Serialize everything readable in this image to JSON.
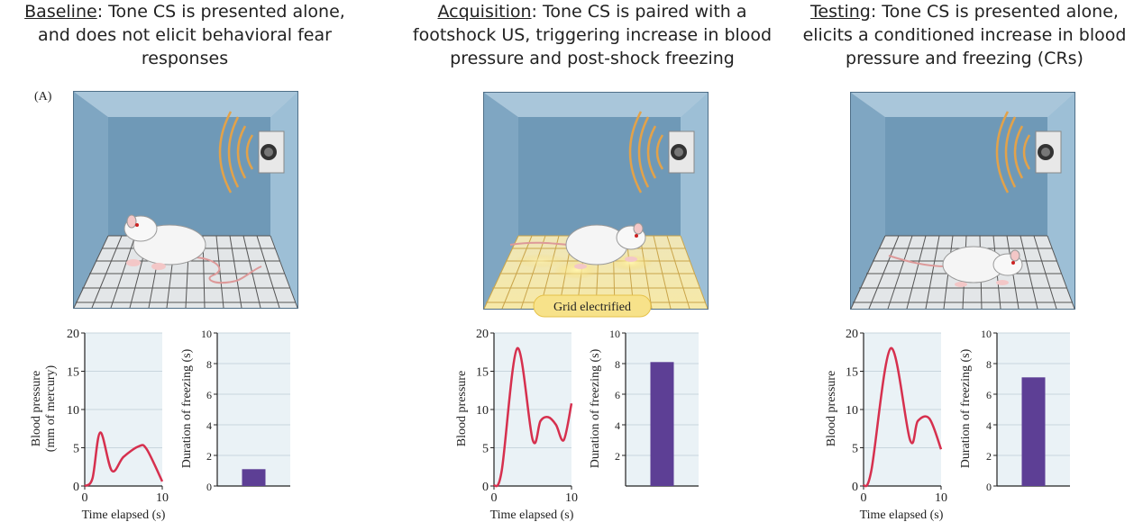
{
  "panel_label": "(A)",
  "phases": [
    {
      "lead": "Baseline",
      "rest": ": Tone CS is presented alone, and does not elicit behavioral fear responses",
      "bp_label": [
        "Blood pressure",
        "(mm of mercury)"
      ],
      "freeze_label": "Duration of freezing (s)",
      "x_label": "Time elapsed (s)",
      "freezing": 1.1
    },
    {
      "lead": "Acquisition",
      "rest": ": Tone CS is paired with a footshock US, triggering increase in blood pressure and post-shock freezing",
      "bp_label": [
        "Blood pressure"
      ],
      "freeze_label": "Duration of freezing (s)",
      "x_label": "Time elapsed (s)",
      "grid_label": "Grid electrified",
      "freezing": 8.1
    },
    {
      "lead": "Testing",
      "rest": ": Tone CS is presented alone, elicits a conditioned increase in blood pressure and freezing (CRs)",
      "bp_label": [
        "Blood pressure"
      ],
      "freeze_label": "Duration of freezing (s)",
      "x_label": "Time elapsed (s)",
      "freezing": 7.1
    }
  ],
  "chart_data": [
    {
      "type": "line",
      "xlabel": "Time elapsed (s)",
      "ylabel": "Blood pressure (mm of mercury)",
      "xlim": [
        0,
        10
      ],
      "ylim": [
        0,
        20
      ],
      "xticks": [
        0,
        10
      ],
      "yticks": [
        0,
        5,
        10,
        15,
        20
      ],
      "x": [
        0,
        1,
        2,
        3.5,
        5,
        7,
        8,
        10
      ],
      "y": [
        0,
        1,
        7,
        2,
        3.8,
        5.2,
        4.8,
        0.6
      ]
    },
    {
      "type": "bar",
      "ylabel": "Duration of freezing (s)",
      "ylim": [
        0,
        10
      ],
      "yticks": [
        0,
        2,
        4,
        6,
        8,
        10
      ],
      "values": [
        1.1
      ]
    },
    {
      "type": "line",
      "xlabel": "Time elapsed (s)",
      "ylabel": "Blood pressure",
      "xlim": [
        0,
        10
      ],
      "ylim": [
        0,
        20
      ],
      "xticks": [
        0,
        10
      ],
      "yticks": [
        0,
        5,
        10,
        15,
        20
      ],
      "x": [
        0,
        1,
        3,
        5,
        6,
        7,
        8,
        9,
        10
      ],
      "y": [
        0,
        2,
        18,
        6,
        8.5,
        9,
        8,
        6,
        10.8
      ]
    },
    {
      "type": "bar",
      "ylabel": "Duration of freezing (s)",
      "ylim": [
        0,
        10
      ],
      "yticks": [
        2,
        4,
        6,
        8,
        10
      ],
      "values": [
        8.1
      ]
    },
    {
      "type": "line",
      "xlabel": "Time elapsed (s)",
      "ylabel": "Blood pressure",
      "xlim": [
        0,
        10
      ],
      "ylim": [
        0,
        20
      ],
      "xticks": [
        0,
        10
      ],
      "yticks": [
        0,
        5,
        10,
        15,
        20
      ],
      "x": [
        0,
        1,
        3.5,
        6,
        7,
        8.5,
        10
      ],
      "y": [
        0,
        2,
        18,
        6,
        8.5,
        8.8,
        4.8
      ]
    },
    {
      "type": "bar",
      "ylabel": "Duration of freezing (s)",
      "ylim": [
        0,
        10
      ],
      "yticks": [
        0,
        2,
        4,
        6,
        8,
        10
      ],
      "values": [
        7.1
      ]
    }
  ],
  "colors": {
    "wall_back": "#6f99b7",
    "wall_side": "#8fb5cf",
    "frame": "#4f6f88",
    "grid_line": "#555555",
    "grid_floor": "#dfe3e6",
    "sound": "#e2a24a",
    "line": "#d6304e",
    "bar": "#5d3f95",
    "chart_bg": "#eaf2f6",
    "glow": "#f3d56a"
  }
}
